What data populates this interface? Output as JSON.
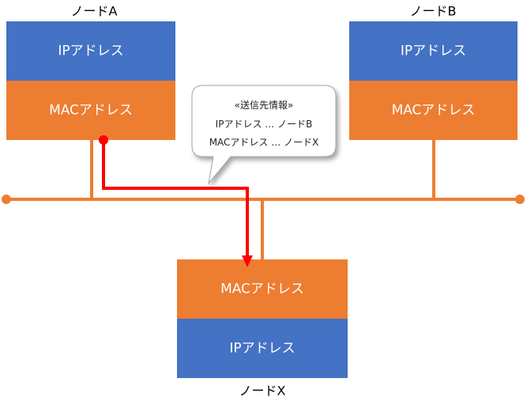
{
  "nodes": {
    "a": {
      "label": "ノードA",
      "ip": "IPアドレス",
      "mac": "MACアドレス"
    },
    "b": {
      "label": "ノードB",
      "ip": "IPアドレス",
      "mac": "MACアドレス"
    },
    "x": {
      "label": "ノードX",
      "mac": "MACアドレス",
      "ip": "IPアドレス"
    }
  },
  "callout": {
    "title": "«送信先情報»",
    "lines": [
      "IPアドレス … ノードB",
      "MACアドレス … ノードX"
    ]
  },
  "colors": {
    "ip": "#4472C4",
    "mac": "#ED7D31",
    "bus": "#ED7D31",
    "path": "#FF0000",
    "callout_fill": "#FFFFFF",
    "callout_stroke": "#A6A6A6"
  }
}
